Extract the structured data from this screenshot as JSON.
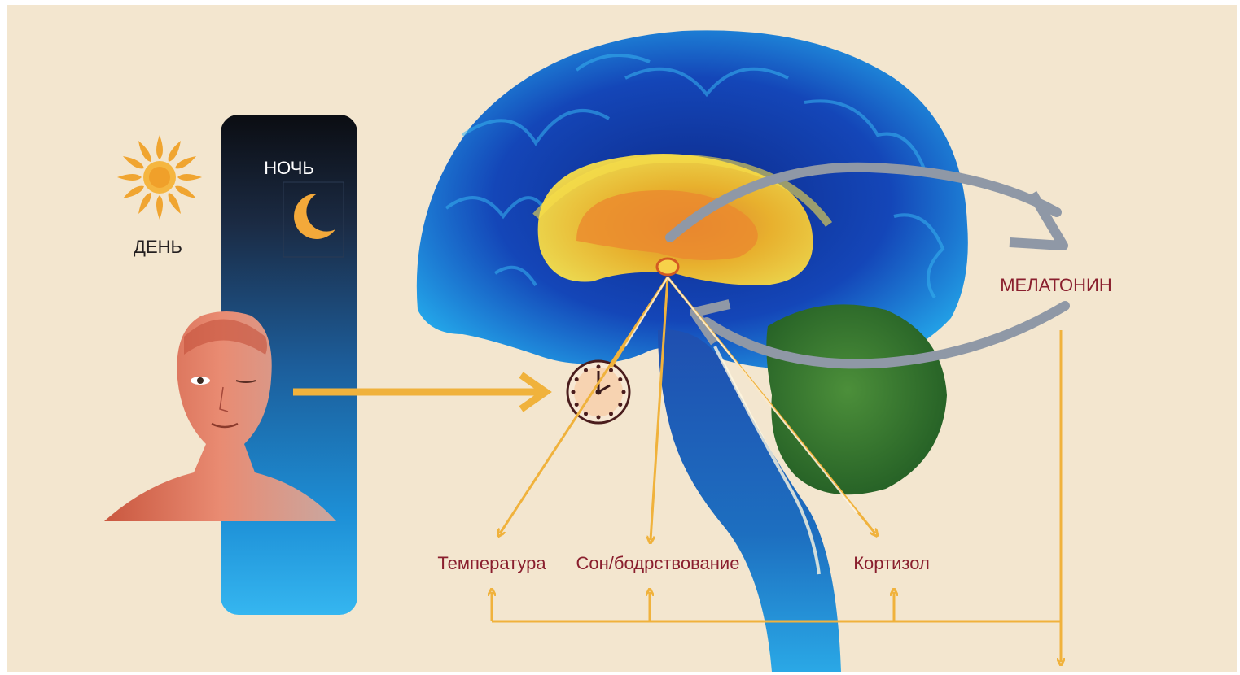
{
  "labels": {
    "night": "НОЧЬ",
    "day": "ДЕНЬ",
    "melatonin": "МЕЛАТОНИН",
    "temperature": "Температура",
    "sleep_wake": "Сон/бодрствование",
    "cortisol": "Кортизол"
  },
  "icons": {
    "sun": "sun-icon",
    "moon": "crescent-moon-icon",
    "clock": "clock-icon",
    "face": "human-face-illustration",
    "brain": "brain-illustration"
  },
  "colors": {
    "background": "#f3e6cf",
    "arrow_orange": "#f0b23c",
    "arrow_gray": "#8f98a6",
    "label_red": "#8a1f2e",
    "brain_blue": "#1e5fc9",
    "cerebellum_green": "#2f7a2e",
    "limbic_yellow": "#f7d62c"
  }
}
